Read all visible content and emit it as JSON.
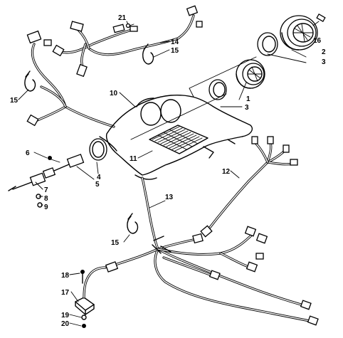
{
  "callouts": [
    {
      "id": "c1",
      "label": "1"
    },
    {
      "id": "c2",
      "label": "2"
    },
    {
      "id": "c3a",
      "label": "3"
    },
    {
      "id": "c3b",
      "label": "3"
    },
    {
      "id": "c4",
      "label": "4"
    },
    {
      "id": "c5",
      "label": "5"
    },
    {
      "id": "c6",
      "label": "6"
    },
    {
      "id": "c7",
      "label": "7"
    },
    {
      "id": "c8",
      "label": "8"
    },
    {
      "id": "c9",
      "label": "9"
    },
    {
      "id": "c10",
      "label": "10"
    },
    {
      "id": "c11",
      "label": "11"
    },
    {
      "id": "c12",
      "label": "12"
    },
    {
      "id": "c13",
      "label": "13"
    },
    {
      "id": "c14",
      "label": "14"
    },
    {
      "id": "c15a",
      "label": "15"
    },
    {
      "id": "c15b",
      "label": "15"
    },
    {
      "id": "c15c",
      "label": "15"
    },
    {
      "id": "c16",
      "label": "16"
    },
    {
      "id": "c17",
      "label": "17"
    },
    {
      "id": "c18",
      "label": "18"
    },
    {
      "id": "c19",
      "label": "19"
    },
    {
      "id": "c20",
      "label": "20"
    },
    {
      "id": "c21",
      "label": "21"
    }
  ]
}
